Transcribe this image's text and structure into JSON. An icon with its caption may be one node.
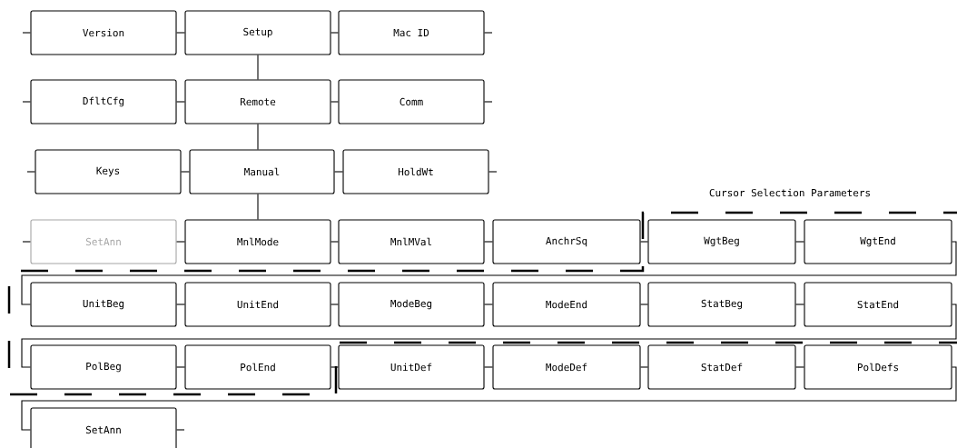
{
  "diagram": {
    "nodes": [
      {
        "text": [
          "Version"
        ]
      },
      {
        "text": [
          "Setup"
        ]
      },
      {
        "text": [
          "Mac ID"
        ]
      },
      {
        "text": [
          "DfltCfg"
        ]
      },
      {
        "text": [
          "Remote"
        ]
      },
      {
        "text": [
          "Comm"
        ]
      },
      {
        "text": [
          "Keys"
        ]
      },
      {
        "text": [
          "Manual"
        ]
      },
      {
        "text": [
          "HoldWt"
        ]
      },
      {
        "text": [
          "SetAnn"
        ]
      },
      {
        "text": [
          "MnlMode"
        ]
      },
      {
        "text": [
          "MnlMVal"
        ]
      },
      {
        "text": [
          "AnchrSq"
        ]
      },
      {
        "text": [
          "WgtBeg"
        ]
      },
      {
        "text": [
          "WgtEnd"
        ]
      },
      {
        "text": [
          "UnitBeg"
        ]
      },
      {
        "text": [
          "UnitEnd"
        ]
      },
      {
        "text": [
          "ModeBeg"
        ]
      },
      {
        "text": [
          "ModeEnd"
        ]
      },
      {
        "text": [
          "StatBeg"
        ]
      },
      {
        "text": [
          "StatEnd"
        ]
      },
      {
        "text": [
          "PolBeg"
        ]
      },
      {
        "text": [
          "PolEnd"
        ]
      },
      {
        "text": [
          "UnitDef"
        ]
      },
      {
        "text": [
          "ModeDef"
        ]
      },
      {
        "text": [
          "StatDef"
        ]
      },
      {
        "text": [
          "PolDefs"
        ]
      },
      {
        "text": [
          "SetAnn"
        ]
      }
    ],
    "edges": [
      {
        "from": null,
        "to": 0,
        "arrow": "none"
      },
      {
        "from": 0,
        "to": 1,
        "arrow": "none"
      },
      {
        "from": 1,
        "to": 2,
        "arrow": "none"
      },
      {
        "from": 2,
        "to": null,
        "arrow": "none"
      },
      {
        "from": null,
        "to": 3,
        "arrow": "none"
      },
      {
        "from": 3,
        "to": 4,
        "arrow": "none"
      },
      {
        "from": 4,
        "to": 5,
        "arrow": "none"
      },
      {
        "from": 5,
        "to": null,
        "arrow": "none"
      },
      {
        "from": null,
        "to": 6,
        "arrow": "none"
      },
      {
        "from": 6,
        "to": 7,
        "arrow": "none"
      },
      {
        "from": 7,
        "to": 8,
        "arrow": "none"
      },
      {
        "from": 8,
        "to": null,
        "arrow": "none"
      },
      {
        "from": null,
        "to": 9,
        "arrow": "none"
      },
      {
        "from": 9,
        "to": 10,
        "arrow": "none"
      },
      {
        "from": 10,
        "to": 11,
        "arrow": "none"
      },
      {
        "from": 11,
        "to": 12,
        "arrow": "none"
      },
      {
        "from": 12,
        "to": 13,
        "arrow": "none"
      },
      {
        "from": 13,
        "to": 14,
        "arrow": "none"
      },
      {
        "from": 14,
        "to": 15,
        "arrow": "none"
      },
      {
        "from": 15,
        "to": 16,
        "arrow": "none"
      },
      {
        "from": 16,
        "to": 17,
        "arrow": "none"
      },
      {
        "from": 17,
        "to": 18,
        "arrow": "none"
      },
      {
        "from": 18,
        "to": 19,
        "arrow": "none"
      },
      {
        "from": 19,
        "to": 20,
        "arrow": "none"
      },
      {
        "from": 20,
        "to": 21,
        "arrow": "none"
      },
      {
        "from": 21,
        "to": 22,
        "arrow": "none"
      },
      {
        "from": 22,
        "to": 23,
        "arrow": "none"
      },
      {
        "from": 23,
        "to": 24,
        "arrow": "none"
      },
      {
        "from": 24,
        "to": 25,
        "arrow": "none"
      },
      {
        "from": 25,
        "to": 26,
        "arrow": "none"
      },
      {
        "from": 26,
        "to": 27,
        "arrow": "none"
      },
      {
        "from": 27,
        "to": null,
        "arrow": "none"
      },
      {
        "from": 1,
        "to": 4,
        "arrow": "none"
      },
      {
        "from": 4,
        "to": 7,
        "arrow": "none"
      },
      {
        "from": 7,
        "to": 10,
        "arrow": "none"
      }
    ],
    "labels": [
      "Cursor Selection Parameters"
    ]
  }
}
